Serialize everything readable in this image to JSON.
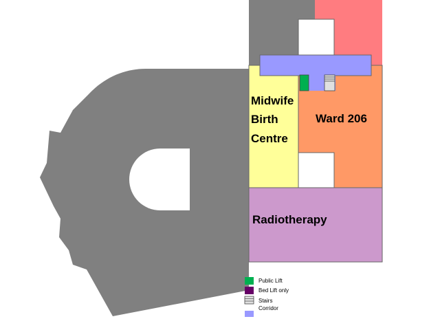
{
  "colors": {
    "building": "#808080",
    "midwife": "#ffff99",
    "ward": "#ff9966",
    "radiotherapy": "#cc99cc",
    "top_right": "#ff7c80",
    "corridor": "#9999ff",
    "public_lift": "#00b050",
    "bed_lift": "#660066",
    "stairs": "#e0e0e0"
  },
  "rooms": {
    "midwife": {
      "line1": "Midwife",
      "line2": "Birth",
      "line3": "Centre"
    },
    "ward": "Ward 206",
    "radiotherapy": "Radiotherapy"
  },
  "legend": [
    {
      "key": "public_lift",
      "label": "Public Lift",
      "swatch": "public-lift"
    },
    {
      "key": "bed_lift",
      "label": "Bed Lift only",
      "swatch": "bed-lift"
    },
    {
      "key": "stairs",
      "label": "Stairs",
      "swatch": "stairs"
    },
    {
      "key": "corridor",
      "label": "Corridor",
      "swatch": "corridor"
    }
  ]
}
